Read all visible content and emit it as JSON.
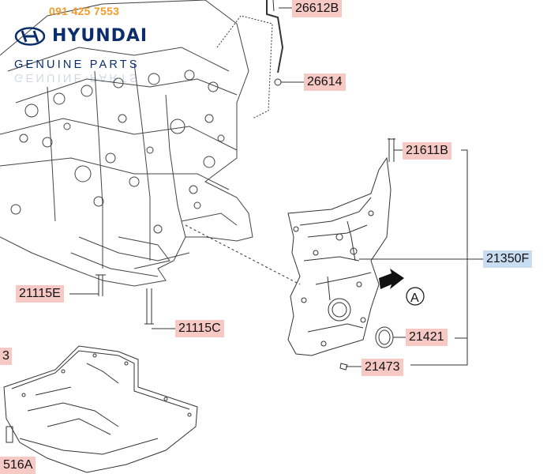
{
  "header": {
    "phone": "091 425 7553",
    "brand": "HYUNDAI",
    "tagline": "GENUINE PARTS"
  },
  "callouts": {
    "c26612B": "26612B",
    "c26614": "26614",
    "c21611B": "21611B",
    "c21350F": "21350F",
    "c21115E": "21115E",
    "c21115C": "21115C",
    "c21421": "21421",
    "c21473": "21473",
    "c516A": "516A",
    "c3": "3"
  },
  "view_marker": "A",
  "colors": {
    "phone": "#f39c2c",
    "brand": "#0b2d6b",
    "callout": "#f7c9c4",
    "callout_highlight": "#c8dcf2",
    "line": "#333333"
  }
}
